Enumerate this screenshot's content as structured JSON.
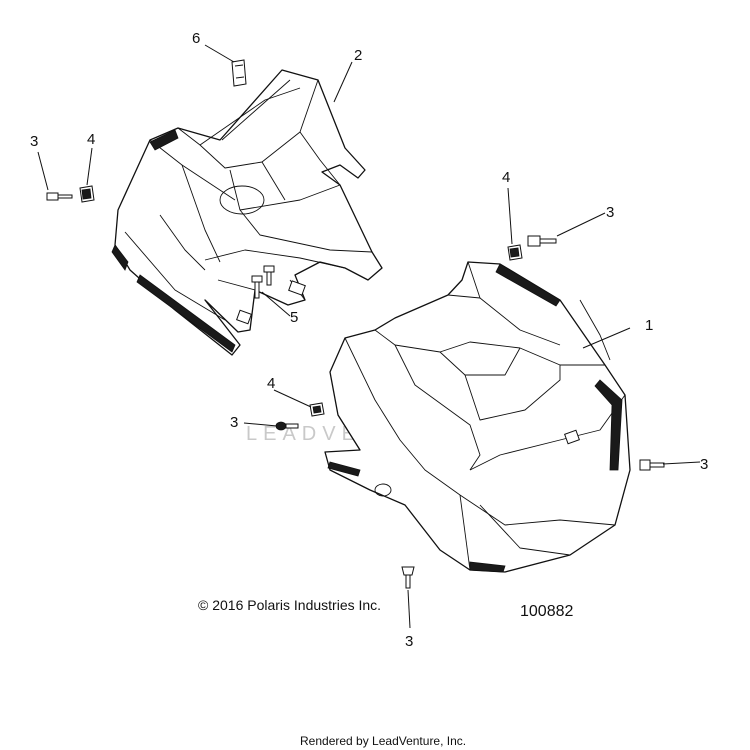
{
  "callouts": {
    "part1": "1",
    "part2": "2",
    "screw_a": "3",
    "screw_b": "3",
    "screw_c": "3",
    "screw_d": "3",
    "screw_e": "3",
    "nut_a": "4",
    "nut_b": "4",
    "nut_c": "4",
    "part5": "5",
    "part6": "6"
  },
  "watermark": "LEADVENTURE",
  "copyright": "© 2016 Polaris Industries Inc.",
  "drawing_number": "100882",
  "rendered_by": "Rendered by LeadVenture, Inc."
}
